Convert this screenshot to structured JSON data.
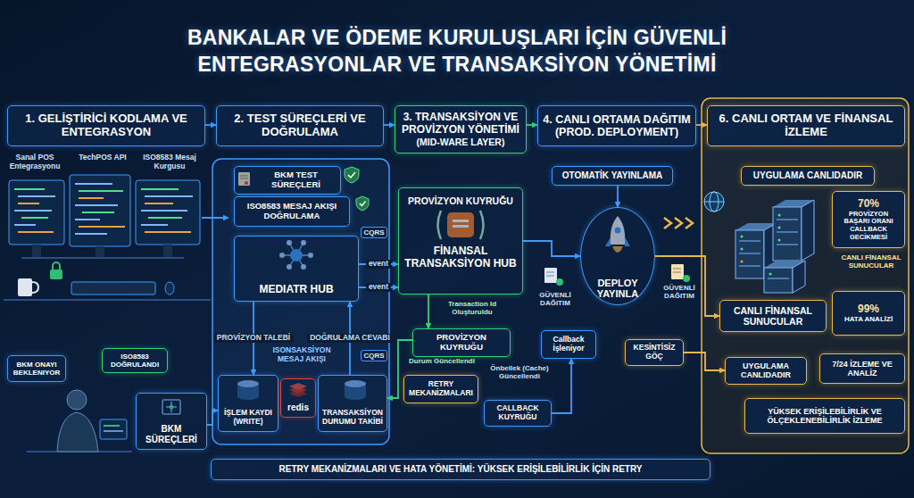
{
  "diagram": {
    "title": "BANKALAR VE ÖDEME KURULUŞLARI İÇİN GÜVENLİ ENTEGRASYONLAR VE TRANSAKSİYON YÖNETİMİ",
    "nodes": [
      {
        "text": [
          "1. GELİŞTİRİCİ KODLAMA VE ENTEGRASYON"
        ]
      },
      {
        "text": [
          "2. TEST SÜREÇLERİ VE DOĞRULAMA"
        ]
      },
      {
        "text": [
          "3. TRANSAKSİYON VE PROVİZYON YÖNETİMİ",
          "(MID-WARE LAYER)"
        ]
      },
      {
        "text": [
          "4. CANLI ORTAMA DAĞITIM (PROD. DEPLOYMENT)"
        ]
      },
      {
        "text": [
          "6. CANLI ORTAM VE FİNANSAL İZLEME"
        ]
      },
      {
        "text": [
          "BKM ONAYI BEKLENIYOR"
        ]
      },
      {
        "text": [
          "ISO8583 DOĞRULANDI"
        ]
      },
      {
        "text": [
          "BKM SÜREÇLERİ"
        ]
      },
      {
        "text": [
          "BKM TEST SÜREÇLERİ"
        ]
      },
      {
        "text": [
          "ISO8583 MESAJ AKIŞI DOĞRULAMA"
        ]
      },
      {
        "text": [
          "MEDIATR HUB"
        ]
      },
      {
        "text": [
          "İŞLEM KAYDI (WRITE)"
        ]
      },
      {
        "text": [
          "redis"
        ]
      },
      {
        "text": [
          "TRANSAKSİYON DURUMU TAKİBİ"
        ]
      },
      {
        "text": [
          "PROVİZYON KUYRUĞU",
          "FİNANSAL TRANSAKSİYON HUB"
        ]
      },
      {
        "text": [
          "PROVİZYON KUYRUĞU"
        ]
      },
      {
        "text": [
          "RETRY MEKANİZMALARI"
        ]
      },
      {
        "text": [
          "CALLBACK KUYRUĞU"
        ]
      },
      {
        "text": [
          "OTOMATİK YAYINLAMA"
        ]
      },
      {
        "text": [
          "DEPLOY YAYINLA"
        ]
      },
      {
        "text": [
          "Callback İşleniyor"
        ]
      },
      {
        "text": [
          "KESİNTİSİZ GÖÇ"
        ]
      },
      {
        "text": [
          "UYGULAMA CANLIDADIR"
        ]
      },
      {
        "text": [
          "70%",
          "PROVİZYON BAŞARI ORANI",
          "CALLBACK GECİKMESİ"
        ]
      },
      {
        "text": [
          "99%",
          "HATA ANALİZİ"
        ]
      },
      {
        "text": [
          "CANLI FİNANSAL SUNUCULAR"
        ]
      },
      {
        "text": [
          "UYGULAMA CANLIDADIR"
        ]
      },
      {
        "text": [
          "7/24 İZLEME VE ANALİZ"
        ]
      },
      {
        "text": [
          "YÜKSEK ERİŞİLEBİLİRLİK VE ÖLÇEKLENEBİLİRLİK İZLEME"
        ]
      },
      {
        "text": [
          "RETRY MEKANİZMALARI VE HATA YÖNETİMİ: YÜKSEK ERİŞİLEBİLİRLİK İÇİN RETRY"
        ]
      }
    ],
    "edges": [
      {
        "from": 0,
        "to": 1,
        "arrow": "to"
      },
      {
        "from": 1,
        "to": 2,
        "arrow": "to"
      },
      {
        "from": 2,
        "to": 3,
        "arrow": "to"
      },
      {
        "from": 3,
        "to": 4,
        "arrow": "to"
      },
      {
        "from": 7,
        "to": 11,
        "arrow": "to"
      },
      {
        "from": 10,
        "to": 14,
        "label": "event",
        "arrow": "to"
      },
      {
        "from": 10,
        "to": 14,
        "label": "event",
        "arrow": "to"
      },
      {
        "from": 10,
        "to": 11,
        "label": "PROVİZYON TALEBİ",
        "arrow": "to"
      },
      {
        "from": 13,
        "to": 10,
        "label": "DOĞRULAMA CEVABI",
        "arrow": "to"
      },
      {
        "from": 14,
        "to": 15,
        "arrow": "to"
      },
      {
        "from": 15,
        "to": 13,
        "arrow": "to"
      },
      {
        "from": 17,
        "to": 20,
        "arrow": "to"
      },
      {
        "from": 14,
        "to": 19,
        "arrow": "to"
      },
      {
        "from": 18,
        "to": 19,
        "arrow": "to"
      },
      {
        "from": 19,
        "to": 25,
        "arrow": "to"
      },
      {
        "from": 21,
        "to": 26,
        "arrow": "to"
      }
    ],
    "labels": [
      "Sanal POS Entegrasyonu",
      "TechPOS API",
      "ISO8583 Mesaj Kurgusu",
      "CQRS",
      "ISONSAKSİYON MESAJ AKIŞI",
      "CQRS",
      "Transaction Id Oluşturuldu",
      "Durum Güncellendi",
      "Önbellek (Cache) Güncellendi",
      "GÜVENLİ DAĞITIM",
      "GÜVENLİ DAĞITIM",
      "CANLI FİNANSAL SUNUCULAR"
    ]
  }
}
